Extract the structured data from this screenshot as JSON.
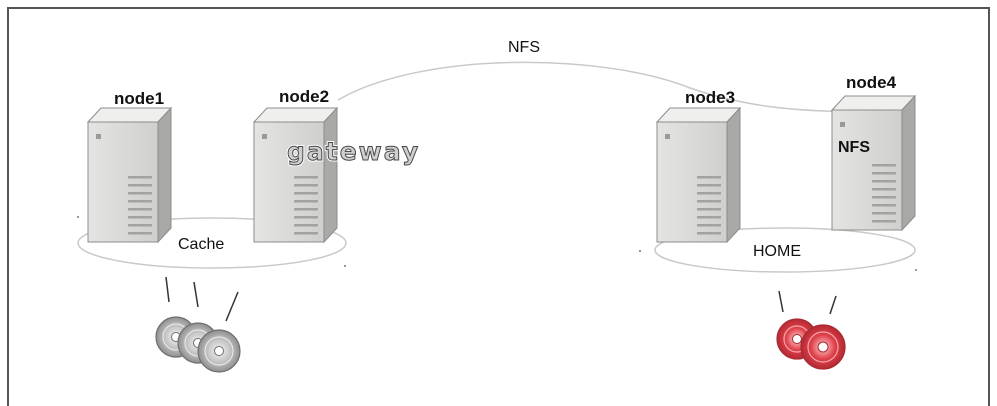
{
  "labels": {
    "nfs_link": "NFS",
    "node1": "node1",
    "node2": "node2",
    "node3": "node3",
    "node4": "node4",
    "gateway": "gateway",
    "nfs_server": "NFS",
    "cache": "Cache",
    "home": "HOME"
  },
  "colors": {
    "frame": "#555555",
    "server_front": "#d8d8d6",
    "server_side": "#a9a9a7",
    "server_top": "#efefed",
    "disk_gray": "#b5b5b5",
    "disk_red": "#e0404a"
  }
}
